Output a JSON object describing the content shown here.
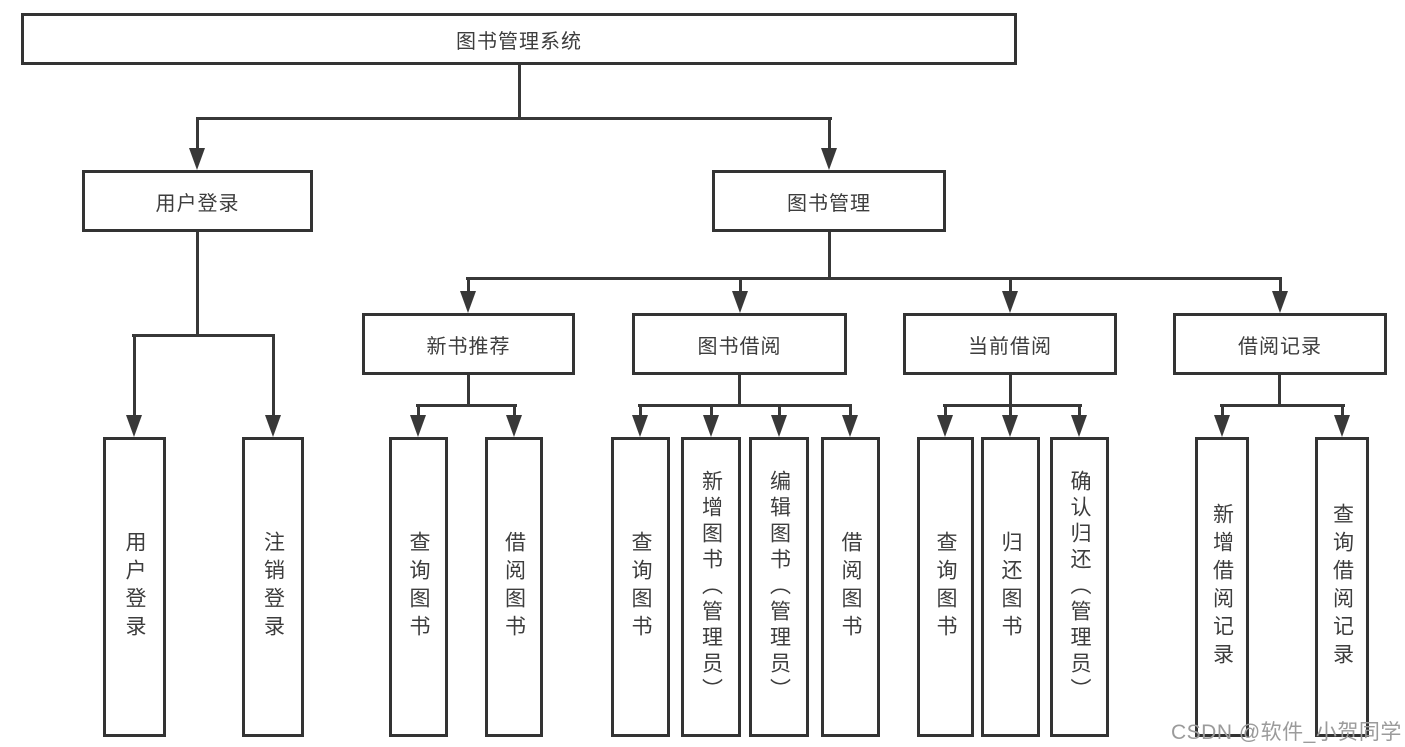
{
  "diagram_title": "图书管理系统",
  "nodes": {
    "root": {
      "label": "图书管理系统"
    },
    "user_login": {
      "label": "用户登录"
    },
    "book_mgmt": {
      "label": "图书管理"
    },
    "new_book_rec": {
      "label": "新书推荐"
    },
    "book_borrow": {
      "label": "图书借阅"
    },
    "current_borrow": {
      "label": "当前借阅"
    },
    "borrow_records": {
      "label": "借阅记录"
    },
    "leaves": {
      "user_login": "用户登录",
      "logout": "注销登录",
      "nb_query_books": "查询图书",
      "nb_borrow_books": "借阅图书",
      "bb_query_books": "查询图书",
      "bb_add_books_admin": "新增图书（管理员）",
      "bb_edit_books_admin": "编辑图书（管理员）",
      "bb_borrow_books": "借阅图书",
      "cb_query_books": "查询图书",
      "cb_return_books": "归还图书",
      "cb_confirm_return_admin": "确认归还（管理员）",
      "br_add_record": "新增借阅记录",
      "br_query_record": "查询借阅记录"
    }
  },
  "watermark": {
    "text": "CSDN @软件_小贺同学"
  },
  "colors": {
    "line": "#383838",
    "box_border": "#333333",
    "text": "#3d3d3d",
    "watermark": "#9b9b9b",
    "background": "#ffffff"
  }
}
